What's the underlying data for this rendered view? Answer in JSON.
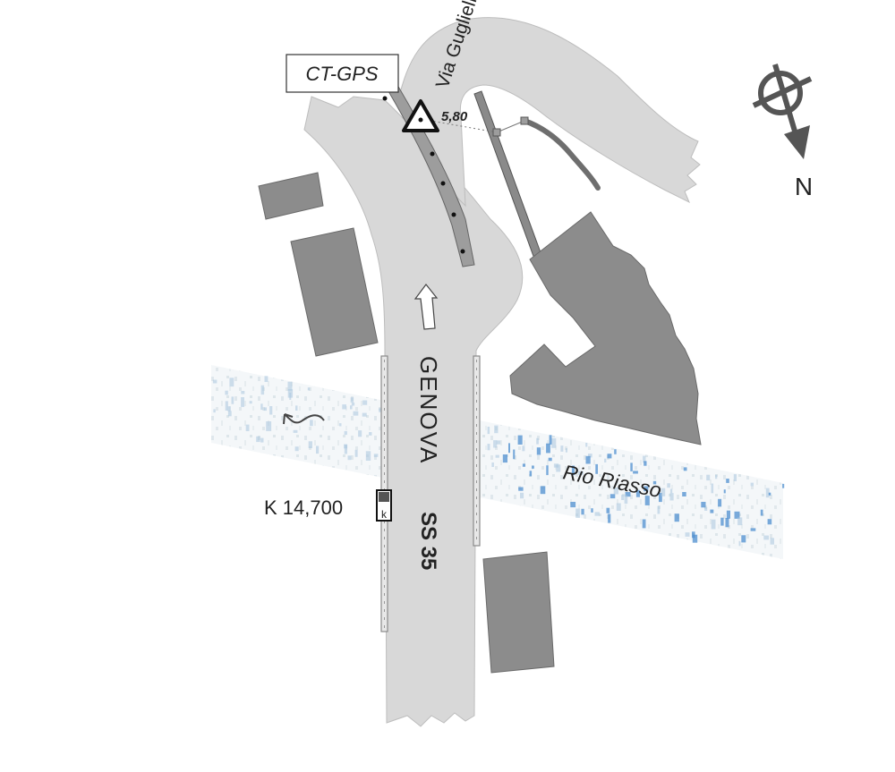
{
  "station_label": "CT-GPS",
  "station_height": "5,80",
  "side_street": "Via Guglielmo Oberdan",
  "main_street": "GENOVA",
  "road_code": "SS 35",
  "km_marker": "K 14,700",
  "km_sign_letter": "k",
  "river": "Rio Riasso",
  "north_label": "N",
  "colors": {
    "road": "#d6d6d6",
    "building": "#8c8c8c",
    "water": "#4f8fcf",
    "ink": "#222222"
  },
  "icons": [
    "triangulation-station-icon",
    "north-arrow-icon",
    "direction-arrow-icon",
    "flow-arrow-icon",
    "km-sign-icon"
  ]
}
